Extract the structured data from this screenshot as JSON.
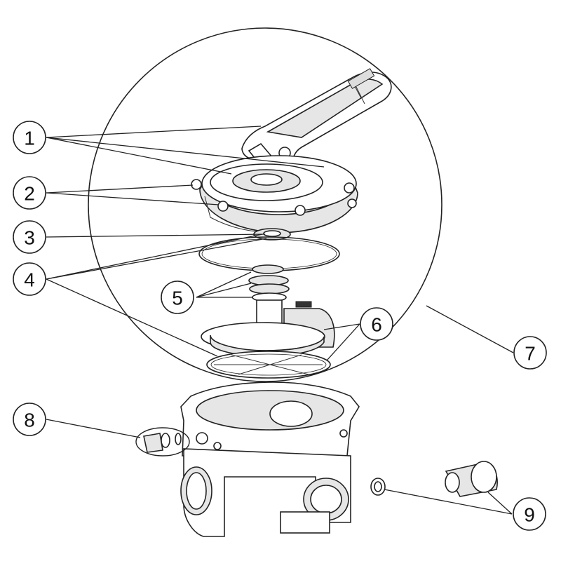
{
  "callouts": [
    {
      "label": "1",
      "name": "callout-1-handle-assembly"
    },
    {
      "label": "2",
      "name": "callout-2-cover-screws"
    },
    {
      "label": "3",
      "name": "callout-3-shaft-washer"
    },
    {
      "label": "4",
      "name": "callout-4-o-rings"
    },
    {
      "label": "5",
      "name": "callout-5-shaft-seals"
    },
    {
      "label": "6",
      "name": "callout-6-rotor"
    },
    {
      "label": "7",
      "name": "callout-7-top-assembly"
    },
    {
      "label": "8",
      "name": "callout-8-drain-plug"
    },
    {
      "label": "9",
      "name": "callout-9-union-connector"
    }
  ],
  "colors": {
    "line": "#222222",
    "fill": "#ffffff",
    "shade": "#e6e6e6"
  }
}
